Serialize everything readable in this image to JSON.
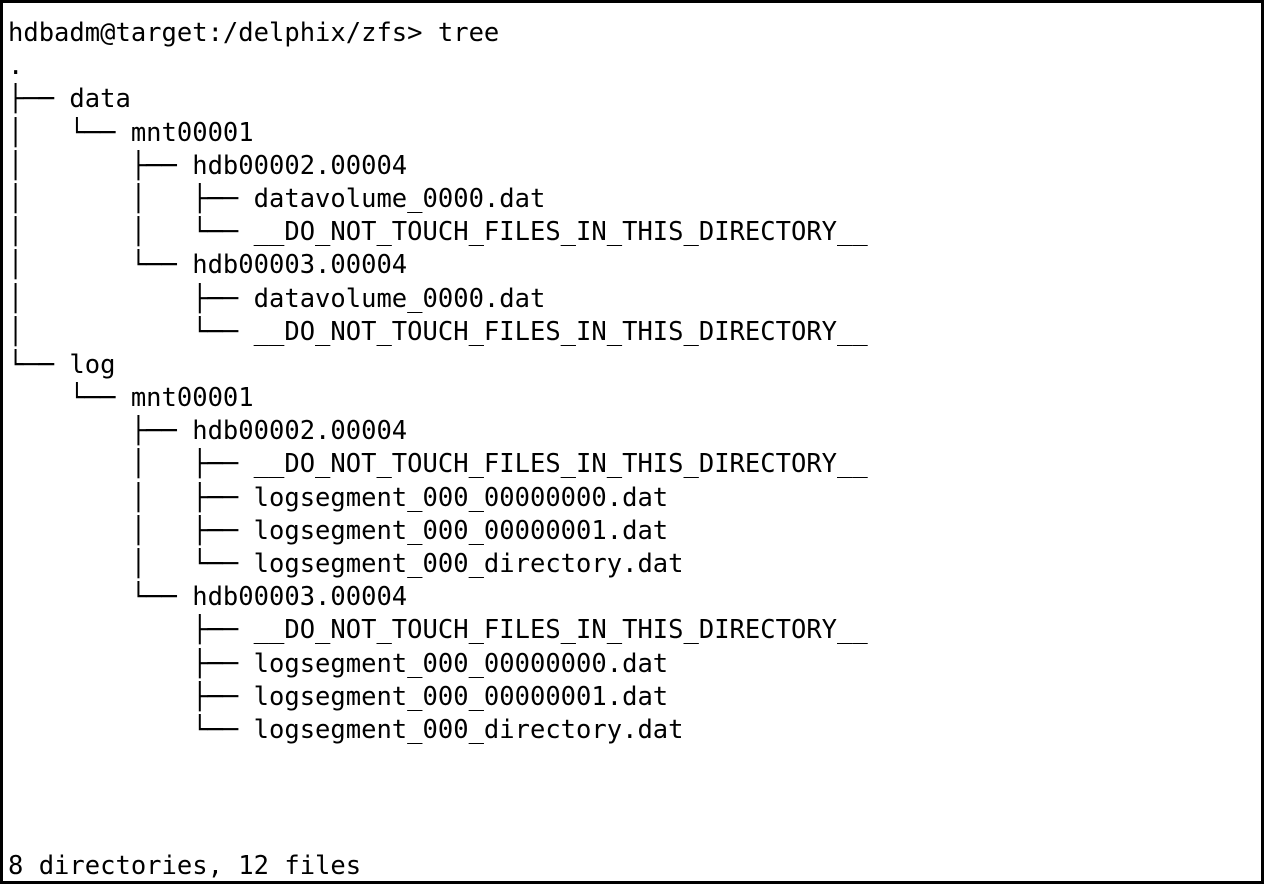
{
  "terminal": {
    "prompt": {
      "user": "hdbadm",
      "host": "target",
      "cwd": "/delphix/zfs",
      "symbol": ">",
      "command": "tree",
      "full_line": "hdbadm@target:/delphix/zfs> tree"
    },
    "tree_lines": [
      ".",
      "├── data",
      "│   └── mnt00001",
      "│       ├── hdb00002.00004",
      "│       │   ├── datavolume_0000.dat",
      "│       │   └── __DO_NOT_TOUCH_FILES_IN_THIS_DIRECTORY__",
      "│       └── hdb00003.00004",
      "│           ├── datavolume_0000.dat",
      "│           └── __DO_NOT_TOUCH_FILES_IN_THIS_DIRECTORY__",
      "└── log",
      "    └── mnt00001",
      "        ├── hdb00002.00004",
      "        │   ├── __DO_NOT_TOUCH_FILES_IN_THIS_DIRECTORY__",
      "        │   ├── logsegment_000_00000000.dat",
      "        │   ├── logsegment_000_00000001.dat",
      "        │   └── logsegment_000_directory.dat",
      "        └── hdb00003.00004",
      "            ├── __DO_NOT_TOUCH_FILES_IN_THIS_DIRECTORY__",
      "            ├── logsegment_000_00000000.dat",
      "            ├── logsegment_000_00000001.dat",
      "            └── logsegment_000_directory.dat"
    ],
    "tree_entries": [
      {
        "name": ".",
        "type": "directory",
        "depth": 0
      },
      {
        "name": "data",
        "type": "directory",
        "depth": 1
      },
      {
        "name": "mnt00001",
        "type": "directory",
        "depth": 2
      },
      {
        "name": "hdb00002.00004",
        "type": "directory",
        "depth": 3
      },
      {
        "name": "datavolume_0000.dat",
        "type": "file",
        "depth": 4
      },
      {
        "name": "__DO_NOT_TOUCH_FILES_IN_THIS_DIRECTORY__",
        "type": "file",
        "depth": 4
      },
      {
        "name": "hdb00003.00004",
        "type": "directory",
        "depth": 3
      },
      {
        "name": "datavolume_0000.dat",
        "type": "file",
        "depth": 4
      },
      {
        "name": "__DO_NOT_TOUCH_FILES_IN_THIS_DIRECTORY__",
        "type": "file",
        "depth": 4
      },
      {
        "name": "log",
        "type": "directory",
        "depth": 1
      },
      {
        "name": "mnt00001",
        "type": "directory",
        "depth": 2
      },
      {
        "name": "hdb00002.00004",
        "type": "directory",
        "depth": 3
      },
      {
        "name": "__DO_NOT_TOUCH_FILES_IN_THIS_DIRECTORY__",
        "type": "file",
        "depth": 4
      },
      {
        "name": "logsegment_000_00000000.dat",
        "type": "file",
        "depth": 4
      },
      {
        "name": "logsegment_000_00000001.dat",
        "type": "file",
        "depth": 4
      },
      {
        "name": "logsegment_000_directory.dat",
        "type": "file",
        "depth": 4
      },
      {
        "name": "hdb00003.00004",
        "type": "directory",
        "depth": 3
      },
      {
        "name": "__DO_NOT_TOUCH_FILES_IN_THIS_DIRECTORY__",
        "type": "file",
        "depth": 4
      },
      {
        "name": "logsegment_000_00000000.dat",
        "type": "file",
        "depth": 4
      },
      {
        "name": "logsegment_000_00000001.dat",
        "type": "file",
        "depth": 4
      },
      {
        "name": "logsegment_000_directory.dat",
        "type": "file",
        "depth": 4
      }
    ],
    "summary": {
      "directories_count": 8,
      "files_count": 12,
      "text": "8 directories, 12 files"
    },
    "colors": {
      "background": "#ffffff",
      "foreground": "#000000",
      "border": "#000000"
    }
  }
}
